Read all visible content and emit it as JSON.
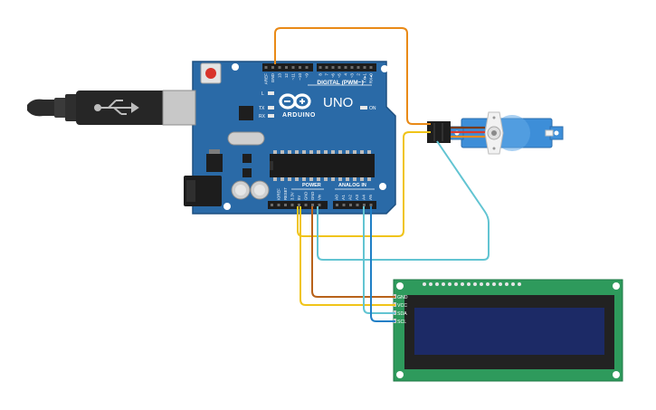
{
  "arduino": {
    "brand": "ARDUINO",
    "model": "UNO",
    "digital_header_label": "DIGITAL (PWM~)",
    "power_header_label": "POWER",
    "analog_header_label": "ANALOG IN",
    "led_l": "L",
    "led_tx": "TX",
    "led_rx": "RX",
    "on_label": "ON",
    "digital_pins": [
      "AREF",
      "GND",
      "13",
      "12",
      "~11",
      "~10",
      "~9",
      "8",
      "7",
      "~6",
      "~5",
      "4",
      "~3",
      "2",
      "TX▸1",
      "RX◂0"
    ],
    "power_pins": [
      "IOREF",
      "RESET",
      "3.3V",
      "5V",
      "GND",
      "GND",
      "Vin"
    ],
    "analog_pins": [
      "A0",
      "A1",
      "A2",
      "A3",
      "A4",
      "A5"
    ]
  },
  "lcd": {
    "pins": [
      "GND",
      "VCC",
      "SDA",
      "SCL"
    ]
  },
  "colors": {
    "board": "#2a6aa7",
    "board_dark": "#1c4f80",
    "lcd_pcb": "#2e9a5c",
    "lcd_screen": "#1c2a66",
    "servo": "#3d8ed8",
    "wire_orange": "#e98a17",
    "wire_yellow": "#f0c419",
    "wire_brown": "#b8621a",
    "wire_cyan": "#62c4d2",
    "wire_blue": "#1f7fc6"
  }
}
